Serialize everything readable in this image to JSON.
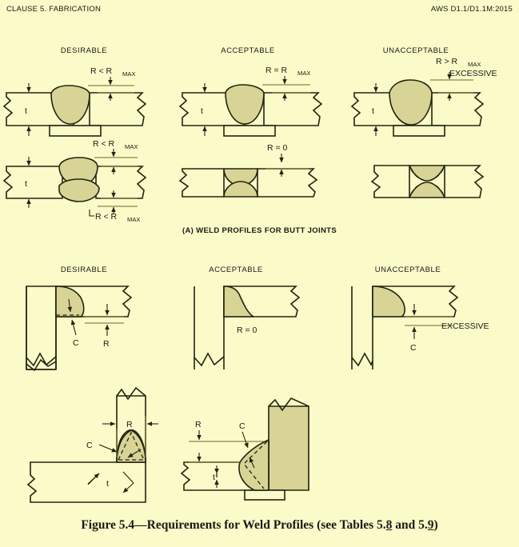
{
  "header": {
    "left": "CLAUSE 5. FABRICATION",
    "right": "AWS D1.1/D1.1M:2015"
  },
  "columns": {
    "desirable": "DESIRABLE",
    "acceptable": "ACCEPTABLE",
    "unacceptable": "UNACCEPTABLE"
  },
  "sections": {
    "butt_caption": "(A) WELD PROFILES FOR BUTT JOINTS"
  },
  "figure_caption": {
    "prefix": "Figure 5.4—Requirements for Weld Profiles (see Tables 5.",
    "underline_1": "8",
    "middle": " and 5.",
    "underline_2": "9",
    "suffix": ")"
  },
  "labels": {
    "R": "R",
    "C": "C",
    "t": "t",
    "R_lt": "R <",
    "R_eq": "R =",
    "R_gt": "R >",
    "RMAX": "MAX",
    "R_equals_zero": "R = 0",
    "excessive": "EXCESSIVE"
  },
  "annotations": {
    "butt_row1": [
      {
        "cell": "desirable",
        "dim": "R <",
        "sub": "MAX",
        "note": ""
      },
      {
        "cell": "acceptable",
        "dim": "R =",
        "sub": "MAX",
        "note": ""
      },
      {
        "cell": "unacceptable",
        "dim": "R >",
        "sub": "MAX",
        "note": "EXCESSIVE"
      }
    ],
    "butt_row2": [
      {
        "cell": "desirable",
        "top": "R <",
        "top_sub": "MAX",
        "bottom": "R <",
        "bottom_sub": "MAX"
      },
      {
        "cell": "acceptable",
        "top": "R = 0"
      },
      {
        "cell": "unacceptable",
        "top": ""
      }
    ],
    "fillet_row1": [
      {
        "cell": "desirable",
        "marks": [
          "C",
          "R"
        ]
      },
      {
        "cell": "acceptable",
        "marks": [
          "R = 0"
        ]
      },
      {
        "cell": "unacceptable",
        "marks": [
          "C",
          "EXCESSIVE"
        ]
      }
    ],
    "fillet_row2": [
      {
        "cell": "corner-left",
        "marks": [
          "R",
          "C",
          "t"
        ]
      },
      {
        "cell": "corner-right",
        "marks": [
          "R",
          "C",
          "t"
        ]
      }
    ]
  },
  "colors": {
    "background": "#fbfac9",
    "weld_fill": "#d7d496",
    "line": "#24240f",
    "extension_line": "#6b6a2a"
  }
}
